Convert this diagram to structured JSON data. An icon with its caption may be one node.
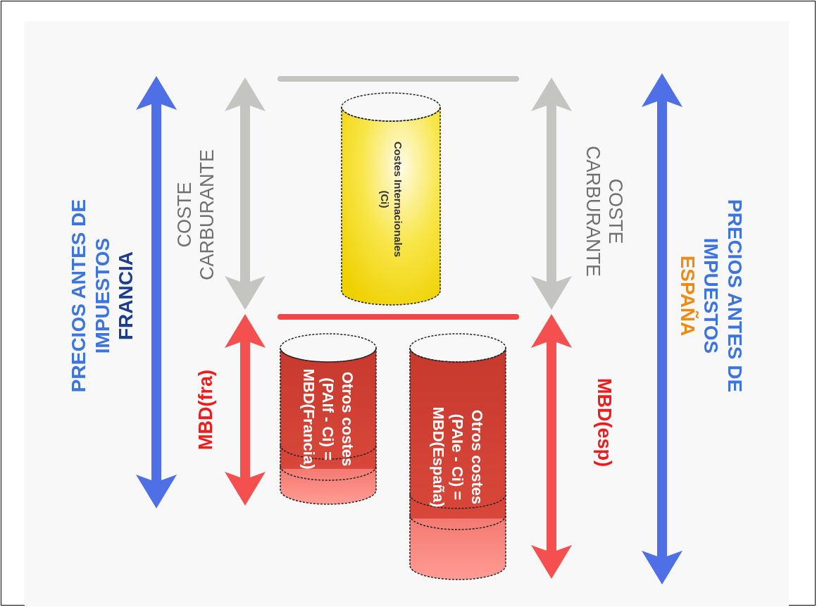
{
  "diagram": {
    "nodes": [
      {
        "text": [
          "Costes Internacionales (Ci)"
        ]
      },
      {
        "text": [
          "Otros costes (PAIf - Ci) = MBD(Francia)"
        ]
      },
      {
        "text": [
          "Otros costes (PAIe - Ci) = MBD(España)"
        ]
      }
    ],
    "labels": [
      "PRECIOS ANTES DE IMPUESTOS",
      "FRANCIA",
      "COSTE CARBURANTE",
      "MBD(fra)",
      "COSTE CARBURANTE",
      "MBD(esp)",
      "PRECIOS ANTES DE IMPUESTOS",
      "ESPAÑA"
    ]
  }
}
